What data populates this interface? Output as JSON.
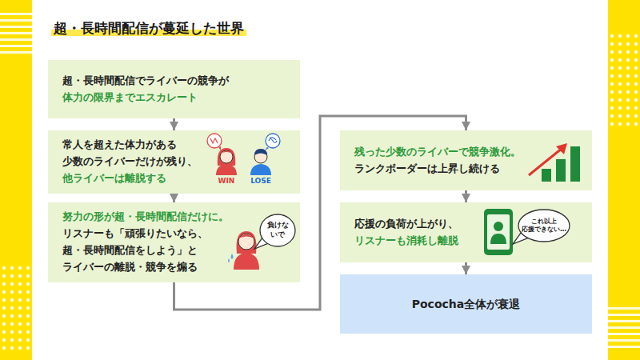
{
  "diagram": {
    "title": "超・長時間配信が蔓延した世界",
    "nodes": [
      {
        "text": [
          "超・長時間配信でライバーの競争が",
          "体力の限界までエスカレート"
        ]
      },
      {
        "text": [
          "常人を超えた体力がある 少数のライバーだけが残り、",
          "他ライバーは離脱する"
        ]
      },
      {
        "text": [
          "努力の形が超・長時間配信だけに。",
          "リスナーも「頑張りたいなら、 超・長時間配信をしよう」と ライバーの離脱・競争を煽る"
        ]
      },
      {
        "text": [
          "負けないで"
        ],
        "in": 2
      },
      {
        "text": [
          "残った少数のライバーで競争激化。",
          "ランクボーダーは上昇し続ける"
        ]
      },
      {
        "text": [
          "応援の負荷が上がり、",
          "リスナーも消耗し離脱"
        ]
      },
      {
        "text": [
          "これ以上 応援できない…"
        ],
        "in": 5
      },
      {
        "text": [
          "Pococha全体が衰退"
        ]
      }
    ],
    "edges": [
      {
        "from": 0,
        "to": 1,
        "arrow": "to"
      },
      {
        "from": 1,
        "to": 2,
        "arrow": "to"
      },
      {
        "from": 2,
        "to": 4,
        "arrow": "to"
      },
      {
        "from": 4,
        "to": 5,
        "arrow": "to"
      },
      {
        "from": 5,
        "to": 7,
        "arrow": "to"
      }
    ],
    "labels": [
      "WIN",
      "LOSE"
    ]
  }
}
